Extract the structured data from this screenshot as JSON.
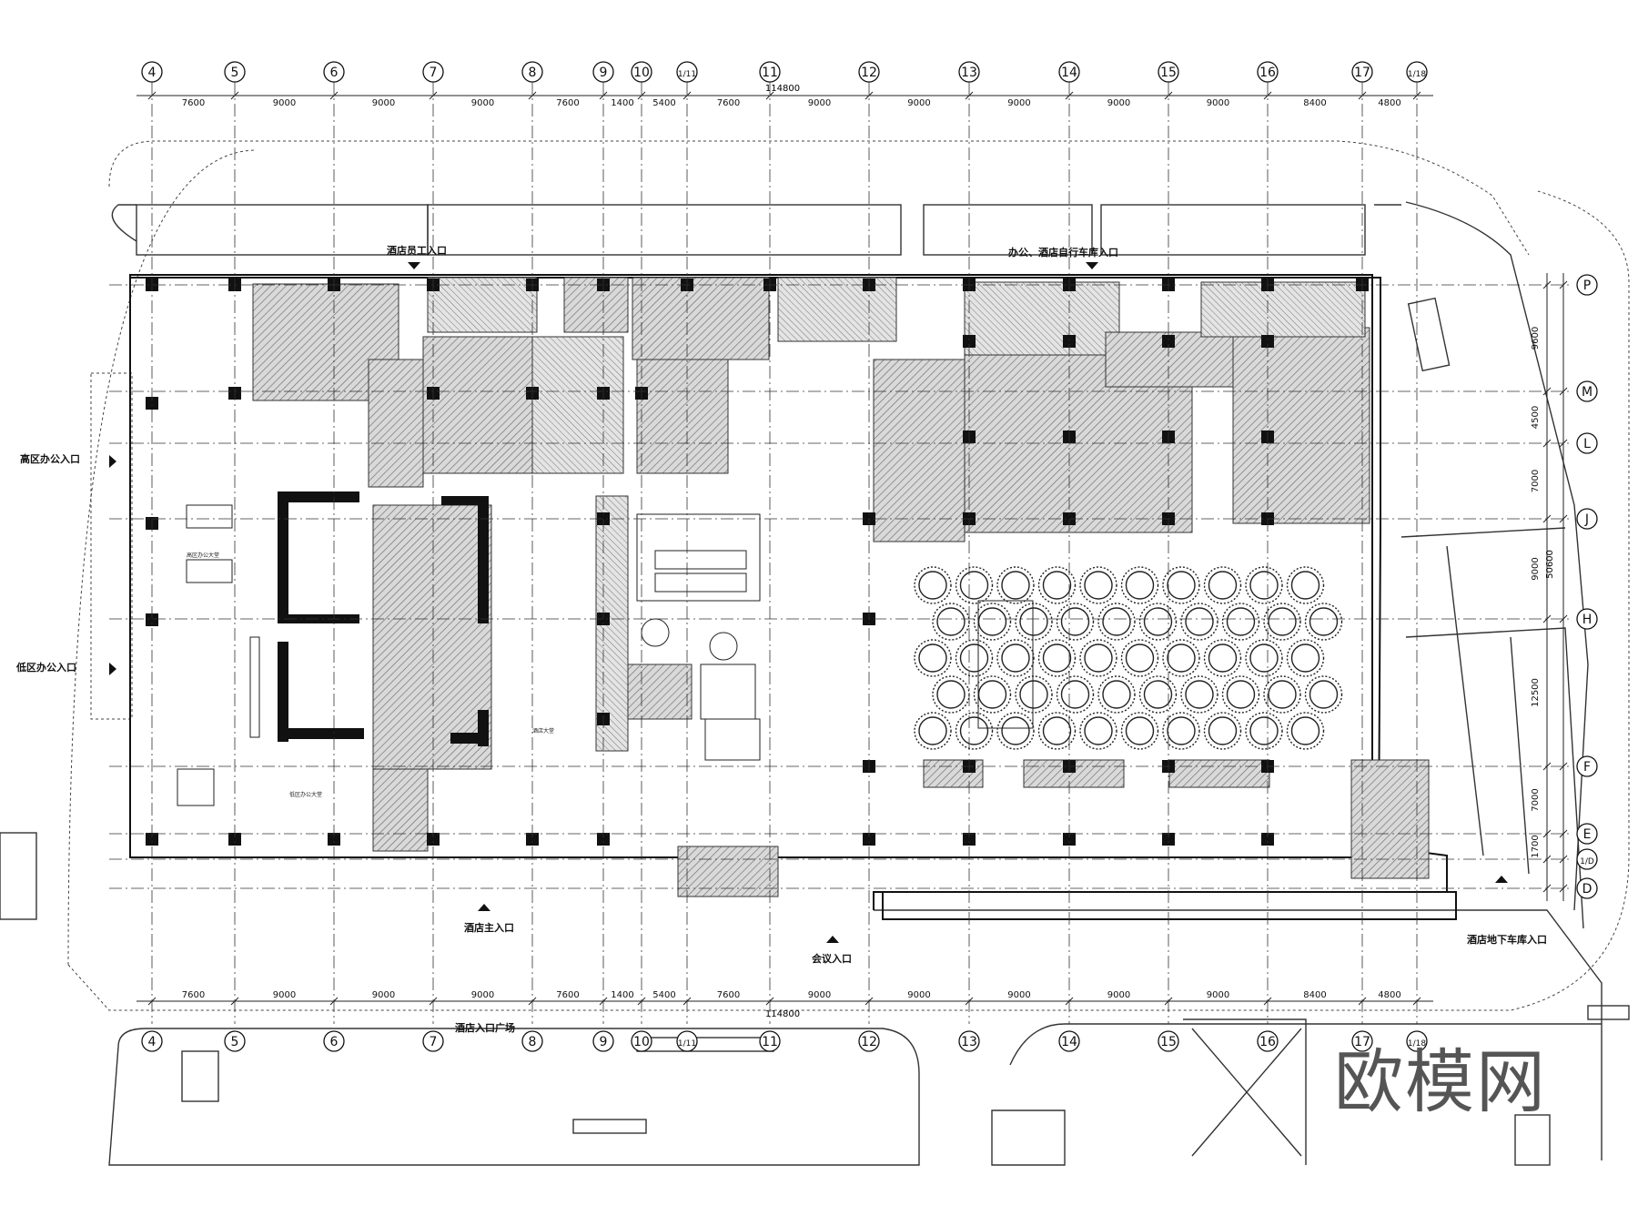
{
  "grid_columns": [
    "4",
    "5",
    "6",
    "7",
    "8",
    "9",
    "10",
    "1/11",
    "11",
    "12",
    "13",
    "14",
    "15",
    "16",
    "17",
    "1/18"
  ],
  "grid_rows": [
    "P",
    "M",
    "L",
    "J",
    "H",
    "F",
    "E",
    "1/D",
    "D"
  ],
  "top_dims": [
    "7600",
    "9000",
    "9000",
    "9000",
    "7600",
    "1400",
    "5400",
    "7600",
    "9000",
    "9000",
    "9000",
    "9000",
    "9000",
    "8400",
    "4800"
  ],
  "top_total": "114800",
  "right_dims": [
    "9600",
    "4500",
    "7000",
    "9000",
    "12500",
    "7000",
    "1700"
  ],
  "right_total": "50600",
  "bottom_dims": [
    "7600",
    "9000",
    "9000",
    "9000",
    "7600",
    "1400",
    "5400",
    "7600",
    "9000",
    "9000",
    "9000",
    "9000",
    "9000",
    "8400",
    "4800"
  ],
  "bottom_total": "114800",
  "labels": {
    "staff_entrance": "酒店员工入口",
    "office_bike_entrance": "办公、酒店自行车库入口",
    "high_office_entrance": "高区办公入口",
    "low_office_entrance": "低区办公入口",
    "hotel_main_entrance": "酒店主入口",
    "conference_entrance": "会议入口",
    "garage_entrance": "酒店地下车库入口",
    "plaza": "酒店入口广场",
    "high_lobby": "高区办公大堂",
    "low_lobby": "低区办公大堂",
    "hotel_lobby": "酒店大堂"
  },
  "watermark": "欧模网",
  "colors": {
    "line": "#222222",
    "hatch": "#8a8a8a",
    "wall": "#111111",
    "bg": "#ffffff"
  }
}
